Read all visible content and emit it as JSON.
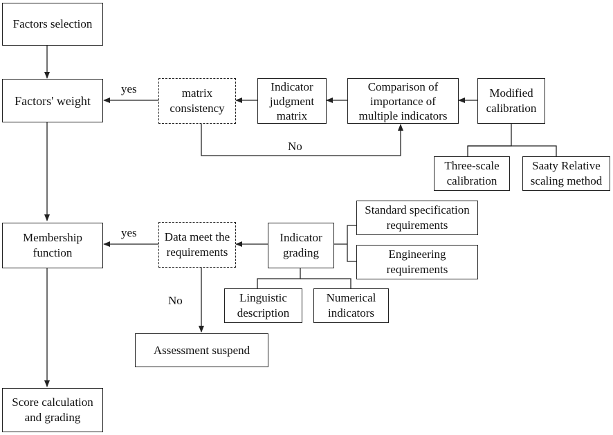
{
  "nodes": {
    "factors_selection": "Factors selection",
    "factors_weight": "Factors' weight",
    "matrix_consistency": "matrix\nconsistency",
    "indicator_judgment_matrix": "Indicator\njudgment\nmatrix",
    "comparison_importance": "Comparison of\nimportance of\nmultiple indicators",
    "modified_calibration": "Modified\ncalibration",
    "three_scale_calibration": "Three-scale\ncalibration",
    "saaty_relative_scaling": "Saaty Relative\nscaling method",
    "membership_function": "Membership\nfunction",
    "data_meet_requirements": "Data meet the\nrequirements",
    "indicator_grading": "Indicator\ngrading",
    "standard_specification": "Standard specification\nrequirements",
    "engineering_requirements": "Engineering\nrequirements",
    "linguistic_description": "Linguistic\ndescription",
    "numerical_indicators": "Numerical\nindicators",
    "assessment_suspend": "Assessment suspend",
    "score_calculation": "Score calculation\nand grading"
  },
  "edge_labels": {
    "yes_weight": "yes",
    "no_consistency": "No",
    "yes_membership": "yes",
    "no_data": "No"
  },
  "colors": {
    "stroke": "#222222",
    "background": "#ffffff",
    "text": "#111111"
  }
}
